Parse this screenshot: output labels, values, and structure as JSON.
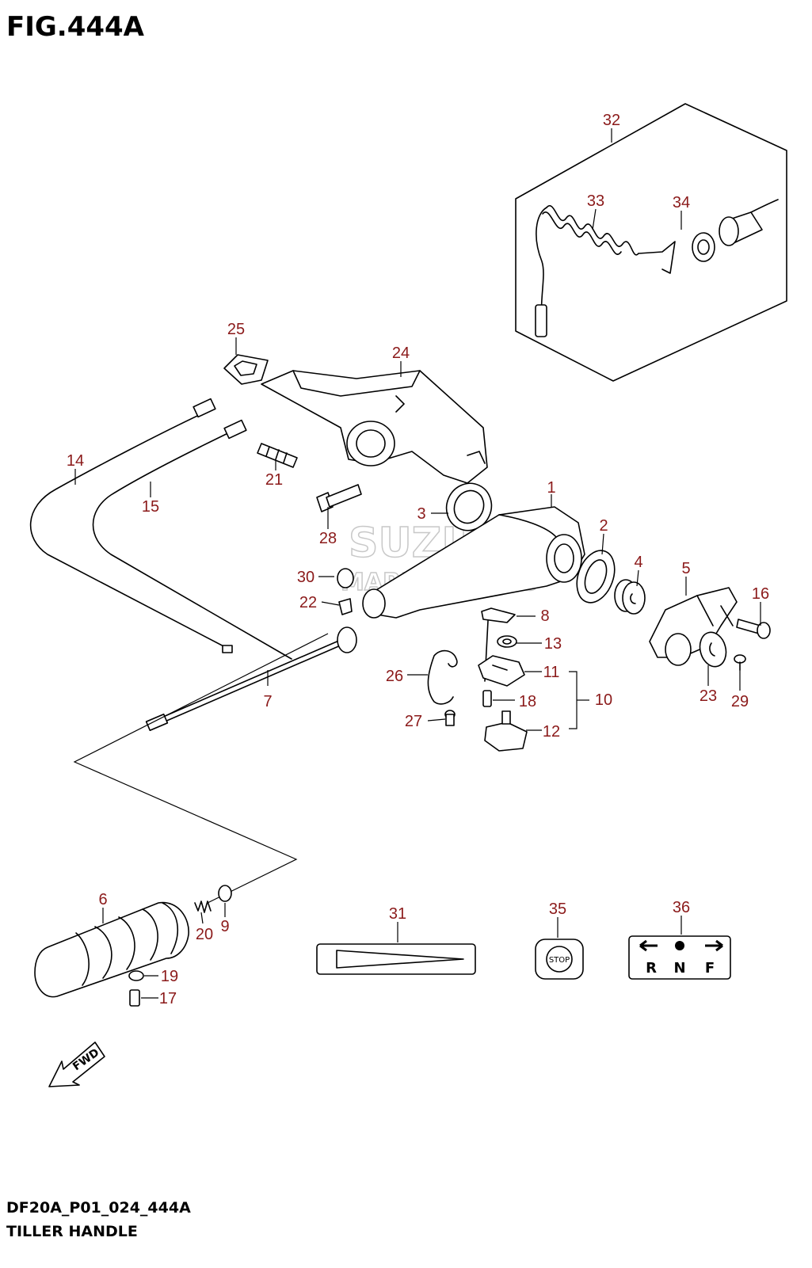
{
  "figure": {
    "title": "FIG.444A",
    "code": "DF20A_P01_024_444A",
    "name": "TILLER HANDLE"
  },
  "watermark": {
    "line1": "SUZUKI",
    "line2": "MARINE PARTS"
  },
  "decals": {
    "stop_text": "STOP",
    "rnf_letters": [
      "R",
      "N",
      "F"
    ],
    "fwd_text": "FWD"
  },
  "callouts": [
    {
      "id": "c1",
      "label": "1"
    },
    {
      "id": "c2",
      "label": "2"
    },
    {
      "id": "c3",
      "label": "3"
    },
    {
      "id": "c4",
      "label": "4"
    },
    {
      "id": "c5",
      "label": "5"
    },
    {
      "id": "c6",
      "label": "6"
    },
    {
      "id": "c7",
      "label": "7"
    },
    {
      "id": "c8",
      "label": "8"
    },
    {
      "id": "c9",
      "label": "9"
    },
    {
      "id": "c10",
      "label": "10"
    },
    {
      "id": "c11",
      "label": "11"
    },
    {
      "id": "c12",
      "label": "12"
    },
    {
      "id": "c13",
      "label": "13"
    },
    {
      "id": "c14",
      "label": "14"
    },
    {
      "id": "c15",
      "label": "15"
    },
    {
      "id": "c16",
      "label": "16"
    },
    {
      "id": "c17",
      "label": "17"
    },
    {
      "id": "c18",
      "label": "18"
    },
    {
      "id": "c19",
      "label": "19"
    },
    {
      "id": "c20",
      "label": "20"
    },
    {
      "id": "c21",
      "label": "21"
    },
    {
      "id": "c22",
      "label": "22"
    },
    {
      "id": "c23",
      "label": "23"
    },
    {
      "id": "c24",
      "label": "24"
    },
    {
      "id": "c25",
      "label": "25"
    },
    {
      "id": "c26",
      "label": "26"
    },
    {
      "id": "c27",
      "label": "27"
    },
    {
      "id": "c28",
      "label": "28"
    },
    {
      "id": "c29",
      "label": "29"
    },
    {
      "id": "c30",
      "label": "30"
    },
    {
      "id": "c31",
      "label": "31"
    },
    {
      "id": "c32",
      "label": "32"
    },
    {
      "id": "c33",
      "label": "33"
    },
    {
      "id": "c34",
      "label": "34"
    },
    {
      "id": "c35",
      "label": "35"
    },
    {
      "id": "c36",
      "label": "36"
    }
  ]
}
